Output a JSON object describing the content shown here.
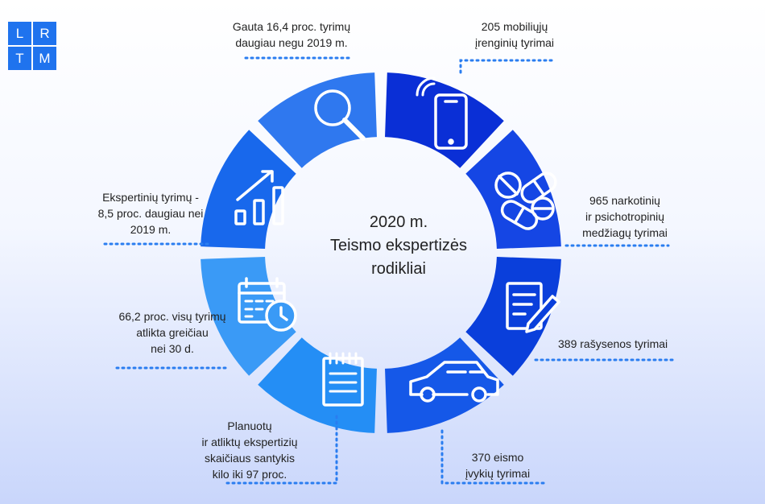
{
  "logo": {
    "letters": [
      "L",
      "R",
      "T",
      "M"
    ]
  },
  "center": {
    "lines": [
      "2020 m.",
      "Teismo ekspertizės",
      "rodikliai"
    ]
  },
  "segments": [
    {
      "id": "mobile",
      "icon": "smartphone-icon",
      "color": "#0a2fd6",
      "label": [
        "205 mobiliųjų",
        "įrenginių tyrimai"
      ]
    },
    {
      "id": "drugs",
      "icon": "pills-icon",
      "color": "#1546e4",
      "label": [
        "965 narkotinių",
        "ir psichotropinių",
        "medžiagų tyrimai"
      ]
    },
    {
      "id": "handwriting",
      "icon": "document-pen-icon",
      "color": "#0a3fdb",
      "label": [
        "389 rašysenos tyrimai"
      ]
    },
    {
      "id": "traffic",
      "icon": "car-icon",
      "color": "#1558e8",
      "label": [
        "370 eismo",
        "įvykių tyrimai"
      ]
    },
    {
      "id": "ratio",
      "icon": "notepad-icon",
      "color": "#248ef5",
      "label": [
        "Planuotų",
        "ir atliktų ekspertizių",
        "skaičiaus santykis",
        "kilo iki 97 proc."
      ]
    },
    {
      "id": "speed",
      "icon": "calendar-clock-icon",
      "color": "#3a9af6",
      "label": [
        "66,2 proc. visų tyrimų",
        "atlikta greičiau",
        "nei 30 d."
      ]
    },
    {
      "id": "growth",
      "icon": "bar-chart-icon",
      "color": "#1868ec",
      "label": [
        "Ekspertinių tyrimų -",
        "8,5 proc. daugiau nei",
        "2019 m."
      ]
    },
    {
      "id": "received",
      "icon": "magnifier-icon",
      "color": "#2f78ef",
      "label": [
        "Gauta 16,4 proc. tyrimų",
        "daugiau negu 2019 m."
      ]
    }
  ],
  "colors": {
    "dots": "#2a7df0",
    "icon": "#ffffff"
  }
}
